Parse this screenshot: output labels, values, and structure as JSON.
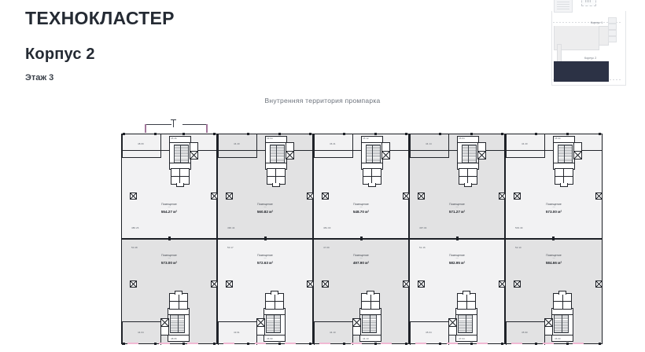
{
  "header": {
    "brand": "ТЕХНОКЛАСТЕР",
    "building": "Корпус 2",
    "floor": "Этаж 3"
  },
  "caption": "Внутренняя территория промпарка",
  "minimap": {
    "label_korpus1": "Корпус 1",
    "label_korpus2": "Корпус 2",
    "active_color": "#2c3245",
    "inactive_color": "#ededee"
  },
  "plan": {
    "unit_label_title": "Помещение",
    "unit_label_sub": "—",
    "area_unit": "м²",
    "accent_color": "#a3779c",
    "door_color": "#f1b9d4",
    "line_color": "#1d2026",
    "fill_light": "#f2f2f3",
    "fill_dark": "#e2e2e3",
    "top_row": [
      {
        "title": "Помещение",
        "sub": "—",
        "area": "554.27 м²",
        "shade": "light",
        "room_left": "48.09",
        "room_mid": "45.46",
        "room_bottom": "480.26"
      },
      {
        "title": "Помещение",
        "sub": "—",
        "area": "560.82 м²",
        "shade": "dark",
        "room_left": "44.40",
        "room_mid": "43.94",
        "room_bottom": "490.44"
      },
      {
        "title": "Помещение",
        "sub": "—",
        "area": "548.70 м²",
        "shade": "light",
        "room_left": "46.41",
        "room_mid": "45.12",
        "room_bottom": "481.03"
      },
      {
        "title": "Помещение",
        "sub": "—",
        "area": "571.27 м²",
        "shade": "dark",
        "room_left": "44.14",
        "room_mid": "45.84",
        "room_bottom": "497.04"
      },
      {
        "title": "Помещение",
        "sub": "—",
        "area": "573.00 м²",
        "shade": "light",
        "room_left": "44.40",
        "room_mid": "45.90",
        "room_bottom": "503.49"
      }
    ],
    "bottom_row": [
      {
        "title": "Помещение",
        "sub": "—",
        "area": "573.00 м²",
        "shade": "dark",
        "room_left": "50.48",
        "room_mid": "44.04",
        "room_bottom": "48.06"
      },
      {
        "title": "Помещение",
        "sub": "—",
        "area": "572.63 м²",
        "shade": "light",
        "room_left": "50.17",
        "room_mid": "43.91",
        "room_bottom": "46.90"
      },
      {
        "title": "Помещение",
        "sub": "—",
        "area": "497.90 м²",
        "shade": "dark",
        "room_left": "47.09",
        "room_mid": "44.10",
        "room_bottom": "44.13"
      },
      {
        "title": "Помещение",
        "sub": "—",
        "area": "582.95 м²",
        "shade": "light",
        "room_left": "51.16",
        "room_mid": "45.04",
        "room_bottom": "47.04"
      },
      {
        "title": "Помещение",
        "sub": "—",
        "area": "584.66 м²",
        "shade": "dark",
        "room_left": "52.10",
        "room_mid": "45.90",
        "room_bottom": "46.60"
      }
    ],
    "entry_marker": "вход"
  }
}
